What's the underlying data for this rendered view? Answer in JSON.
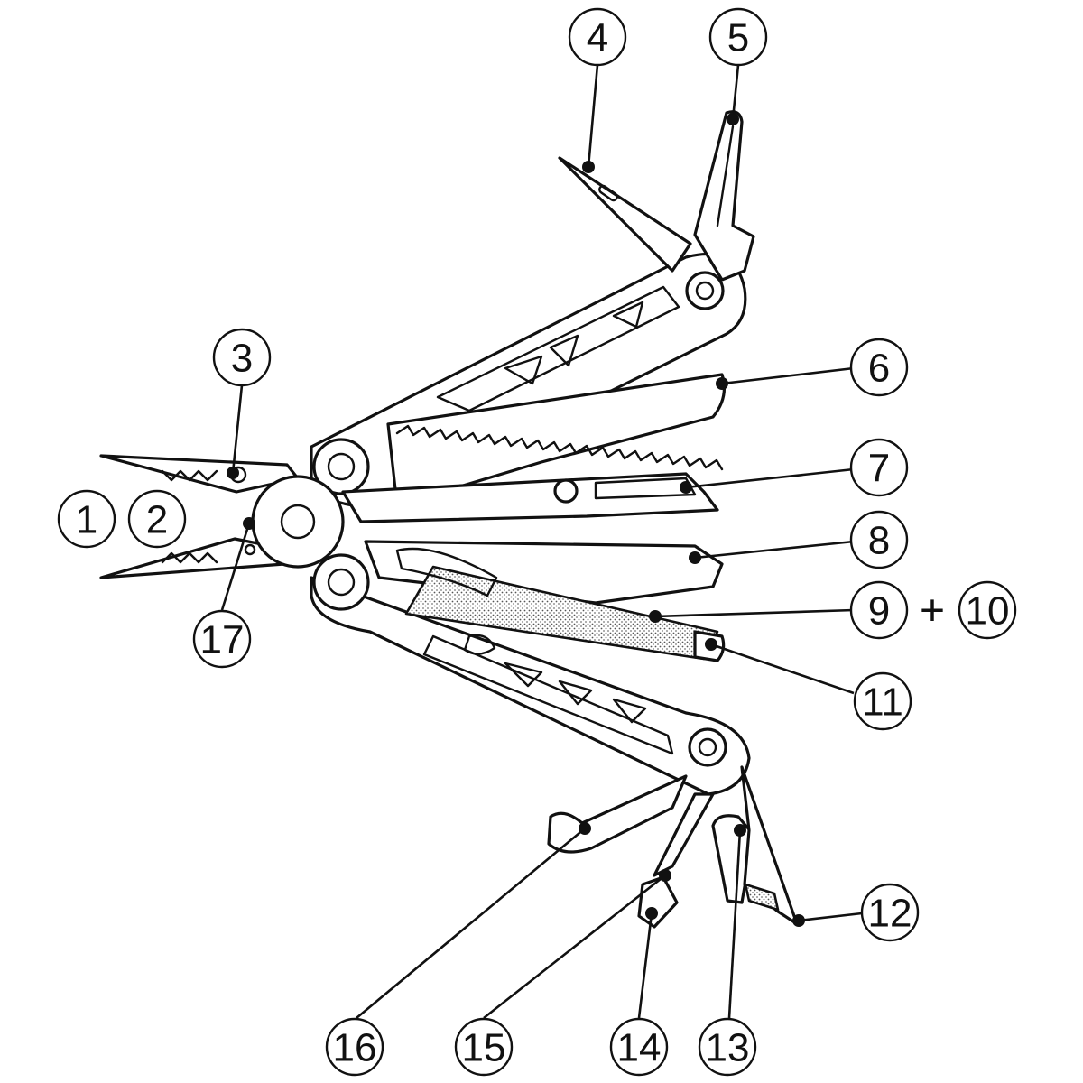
{
  "callouts": [
    {
      "id": "1",
      "label": "1"
    },
    {
      "id": "2",
      "label": "2"
    },
    {
      "id": "3",
      "label": "3"
    },
    {
      "id": "4",
      "label": "4"
    },
    {
      "id": "5",
      "label": "5"
    },
    {
      "id": "6",
      "label": "6"
    },
    {
      "id": "7",
      "label": "7"
    },
    {
      "id": "8",
      "label": "8"
    },
    {
      "id": "9",
      "label": "9"
    },
    {
      "id": "10",
      "label": "10"
    },
    {
      "id": "11",
      "label": "11"
    },
    {
      "id": "12",
      "label": "12"
    },
    {
      "id": "13",
      "label": "13"
    },
    {
      "id": "14",
      "label": "14"
    },
    {
      "id": "15",
      "label": "15"
    },
    {
      "id": "16",
      "label": "16"
    },
    {
      "id": "17",
      "label": "17"
    }
  ],
  "plus_sign": "+",
  "colors": {
    "line": "#111111",
    "background": "#ffffff"
  }
}
